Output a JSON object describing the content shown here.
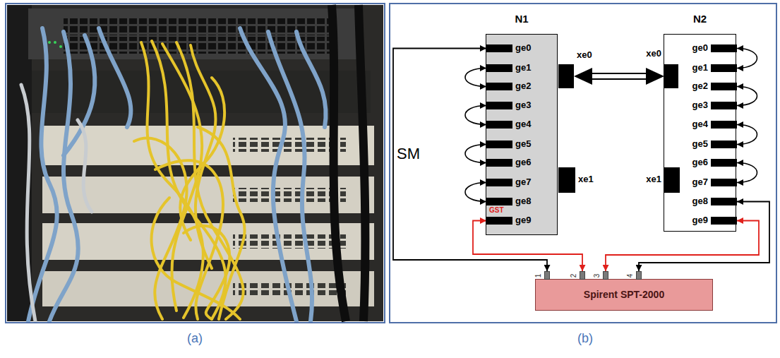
{
  "diagram": {
    "nodes": [
      {
        "text": [
          "N1"
        ]
      },
      {
        "text": [
          "ge0"
        ],
        "in": 0
      },
      {
        "text": [
          "ge1"
        ],
        "in": 0
      },
      {
        "text": [
          "ge2"
        ],
        "in": 0
      },
      {
        "text": [
          "ge3"
        ],
        "in": 0
      },
      {
        "text": [
          "ge4"
        ],
        "in": 0
      },
      {
        "text": [
          "ge5"
        ],
        "in": 0
      },
      {
        "text": [
          "ge6"
        ],
        "in": 0
      },
      {
        "text": [
          "ge7"
        ],
        "in": 0
      },
      {
        "text": [
          "ge8"
        ],
        "in": 0
      },
      {
        "text": [
          "ge9"
        ],
        "in": 0
      },
      {
        "text": [
          "xe0"
        ],
        "in": 0
      },
      {
        "text": [
          "xe1"
        ],
        "in": 0
      },
      {
        "text": [
          "N2"
        ]
      },
      {
        "text": [
          "ge0"
        ],
        "in": 13
      },
      {
        "text": [
          "ge1"
        ],
        "in": 13
      },
      {
        "text": [
          "ge2"
        ],
        "in": 13
      },
      {
        "text": [
          "ge3"
        ],
        "in": 13
      },
      {
        "text": [
          "ge4"
        ],
        "in": 13
      },
      {
        "text": [
          "ge5"
        ],
        "in": 13
      },
      {
        "text": [
          "ge6"
        ],
        "in": 13
      },
      {
        "text": [
          "ge7"
        ],
        "in": 13
      },
      {
        "text": [
          "ge8"
        ],
        "in": 13
      },
      {
        "text": [
          "ge9"
        ],
        "in": 13
      },
      {
        "text": [
          "xe0"
        ],
        "in": 13
      },
      {
        "text": [
          "xe1"
        ],
        "in": 13
      },
      {
        "text": [
          "Spirent SPT-2000"
        ]
      },
      {
        "text": [
          "1"
        ],
        "in": 26
      },
      {
        "text": [
          "2"
        ],
        "in": 26
      },
      {
        "text": [
          "3"
        ],
        "in": 26
      },
      {
        "text": [
          "4"
        ],
        "in": 26
      }
    ],
    "edges": [
      {
        "from": 11,
        "to": 24,
        "arrow": "both"
      },
      {
        "from": 2,
        "to": 3,
        "arrow": "both"
      },
      {
        "from": 4,
        "to": 5,
        "arrow": "both"
      },
      {
        "from": 6,
        "to": 7,
        "arrow": "both"
      },
      {
        "from": 8,
        "to": 9,
        "arrow": "both"
      },
      {
        "from": 14,
        "to": 15,
        "arrow": "both"
      },
      {
        "from": 16,
        "to": 17,
        "arrow": "both"
      },
      {
        "from": 18,
        "to": 19,
        "arrow": "both"
      },
      {
        "from": 20,
        "to": 21,
        "arrow": "both"
      },
      {
        "from": 1,
        "to": 27,
        "arrow": "both",
        "label": "SM"
      },
      {
        "from": 10,
        "to": 28,
        "arrow": "both",
        "label": "GST"
      },
      {
        "from": 23,
        "to": 29,
        "arrow": "both"
      },
      {
        "from": 22,
        "to": 30,
        "arrow": "both"
      }
    ],
    "labels": [
      "(a)",
      "(b)"
    ]
  }
}
